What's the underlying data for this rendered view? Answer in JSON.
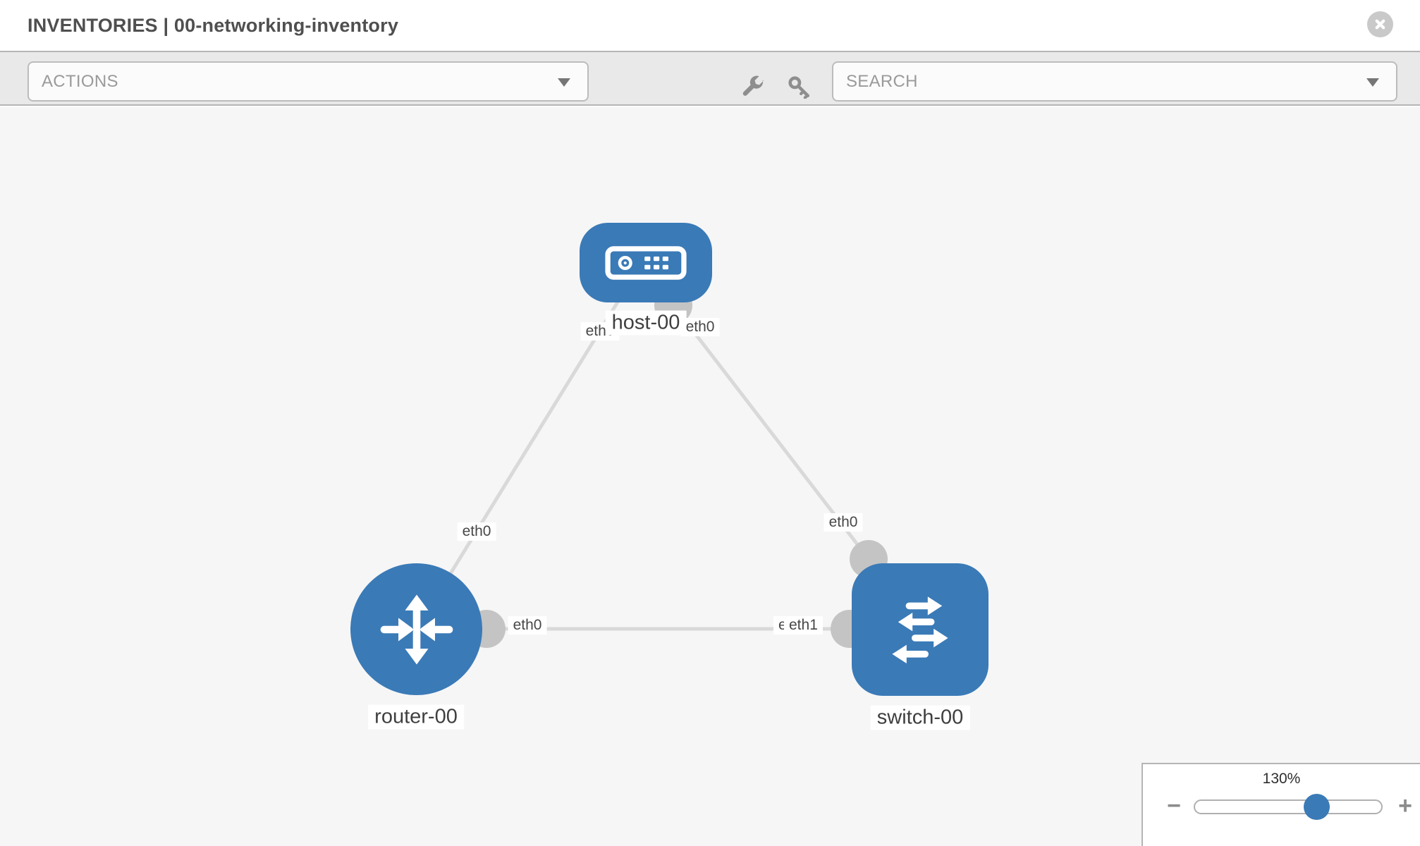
{
  "header": {
    "title": "INVENTORIES | 00-networking-inventory"
  },
  "toolbar": {
    "actions_label": "ACTIONS",
    "search_label": "SEARCH",
    "icons": [
      "wrench-icon",
      "key-icon"
    ]
  },
  "topology": {
    "nodes": [
      {
        "label": "host-00",
        "type": "host",
        "shape": "rounded-rect",
        "color": "#3a7ab7"
      },
      {
        "label": "router-00",
        "type": "router",
        "shape": "circle",
        "color": "#3a7ab7"
      },
      {
        "label": "switch-00",
        "type": "switch",
        "shape": "rounded-square",
        "color": "#3a7ab7"
      }
    ],
    "links": [
      {
        "from": "router-00",
        "to": "host-00"
      },
      {
        "from": "host-00",
        "to": "switch-00"
      },
      {
        "from": "router-00",
        "to": "switch-00"
      }
    ],
    "interface_labels": {
      "link1_router_side": "eth0",
      "link1_host_side": "eth0",
      "link2_host_side": "eth0",
      "link2_switch_side": "eth0",
      "link3_router_side": "eth0",
      "link3_switch_side_under": "eth0",
      "link3_switch_side_over": "eth1"
    },
    "link_color": "#d9d9d9",
    "interface_dot_color": "#c4c4c4",
    "canvas_background": "#f6f6f6"
  },
  "zoom_control": {
    "level": "130%",
    "minus_label": "−",
    "plus_label": "+",
    "slider_percent": 65
  }
}
